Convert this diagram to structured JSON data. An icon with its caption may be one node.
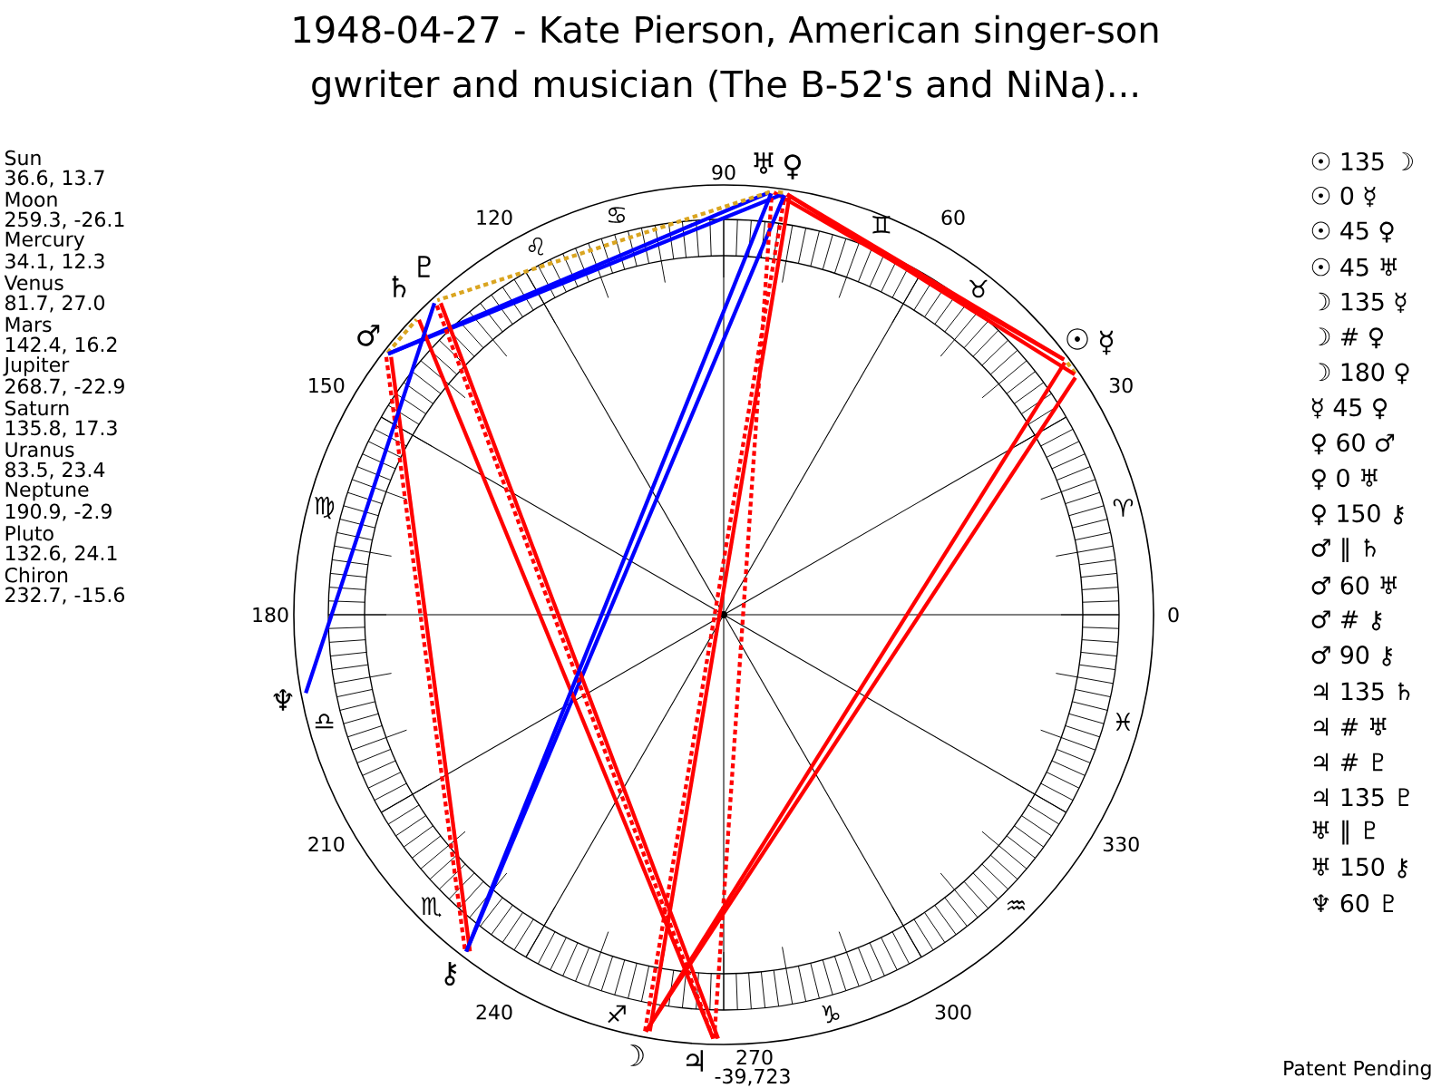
{
  "diagram": {
    "title": "1948-04-27 - Kate Pierson, American singer-son gwriter and musician (The B-52's and NiNa)...",
    "nodes": [
      {
        "text": [
          "☉"
        ]
      },
      {
        "text": [
          "☽"
        ]
      },
      {
        "text": [
          "☿"
        ]
      },
      {
        "text": [
          "♀"
        ]
      },
      {
        "text": [
          "♂"
        ]
      },
      {
        "text": [
          "♃"
        ]
      },
      {
        "text": [
          "♄"
        ]
      },
      {
        "text": [
          "♅"
        ]
      },
      {
        "text": [
          "♆"
        ]
      },
      {
        "text": [
          "♇"
        ]
      },
      {
        "text": [
          "⚷"
        ]
      }
    ],
    "edges": [
      {
        "from": 0,
        "to": 1,
        "arrow": "none"
      },
      {
        "from": 0,
        "to": 2,
        "arrow": "none",
        "style": "dashed",
        "color": "#daa520"
      },
      {
        "from": 0,
        "to": 3,
        "arrow": "none"
      },
      {
        "from": 0,
        "to": 7,
        "arrow": "none"
      },
      {
        "from": 1,
        "to": 2,
        "arrow": "none"
      },
      {
        "from": 1,
        "to": 3,
        "arrow": "none",
        "style": "dashed"
      },
      {
        "from": 1,
        "to": 3,
        "arrow": "none"
      },
      {
        "from": 2,
        "to": 3,
        "arrow": "none"
      },
      {
        "from": 3,
        "to": 4,
        "arrow": "none",
        "color": "#0000ff"
      },
      {
        "from": 3,
        "to": 7,
        "arrow": "none",
        "style": "dashed",
        "color": "#daa520"
      },
      {
        "from": 3,
        "to": 10,
        "arrow": "none",
        "color": "#0000ff"
      },
      {
        "from": 4,
        "to": 6,
        "arrow": "none",
        "style": "dashed",
        "color": "#daa520"
      },
      {
        "from": 4,
        "to": 7,
        "arrow": "none",
        "color": "#0000ff"
      },
      {
        "from": 4,
        "to": 10,
        "arrow": "none",
        "style": "dashed"
      },
      {
        "from": 4,
        "to": 10,
        "arrow": "none"
      },
      {
        "from": 5,
        "to": 6,
        "arrow": "none"
      },
      {
        "from": 5,
        "to": 7,
        "arrow": "none",
        "style": "dashed"
      },
      {
        "from": 5,
        "to": 9,
        "arrow": "none",
        "style": "dashed"
      },
      {
        "from": 5,
        "to": 9,
        "arrow": "none"
      },
      {
        "from": 7,
        "to": 9,
        "arrow": "none",
        "style": "dashed",
        "color": "#daa520"
      },
      {
        "from": 7,
        "to": 10,
        "arrow": "none",
        "color": "#0000ff"
      },
      {
        "from": 8,
        "to": 9,
        "arrow": "none",
        "color": "#0000ff"
      }
    ],
    "labels": [
      "Sun",
      "36.6, 13.7",
      "Moon",
      "259.3, -26.1",
      "Mercury",
      "34.1, 12.3",
      "Venus",
      "81.7, 27.0",
      "Mars",
      "142.4, 16.2",
      "Jupiter",
      "268.7, -22.9",
      "Saturn",
      "135.8, 17.3",
      "Uranus",
      "83.5, 23.4",
      "Neptune",
      "190.9, -2.9",
      "Pluto",
      "132.6, 24.1",
      "Chiron",
      "232.7, -15.6",
      "☉ 135 ☽",
      "☉ 0 ☿",
      "☉ 45 ♀",
      "☉ 45 ♅",
      "☽ 135 ☿",
      "☽ # ♀",
      "☽ 180 ♀",
      "☿ 45 ♀",
      "♀ 60 ♂",
      "♀ 0 ♅",
      "♀ 150 ⚷",
      "♂ ‖ ♄",
      "♂ 60 ♅",
      "♂ # ⚷",
      "♂ 90 ⚷",
      "♃ 135 ♄",
      "♃ # ♅",
      "♃ # ♇",
      "♃ 135 ♇",
      "♅ ‖ ♇",
      "♅ 150 ⚷",
      "♆ 60 ♇",
      "0",
      "30",
      "60",
      "90",
      "120",
      "150",
      "180",
      "210",
      "240",
      "270",
      "300",
      "330",
      "♈",
      "♉",
      "♊",
      "♋",
      "♌",
      "♍",
      "♎",
      "♏",
      "♐",
      "♑",
      "♒",
      "♓",
      "-39,723",
      "Patent Pending"
    ]
  }
}
